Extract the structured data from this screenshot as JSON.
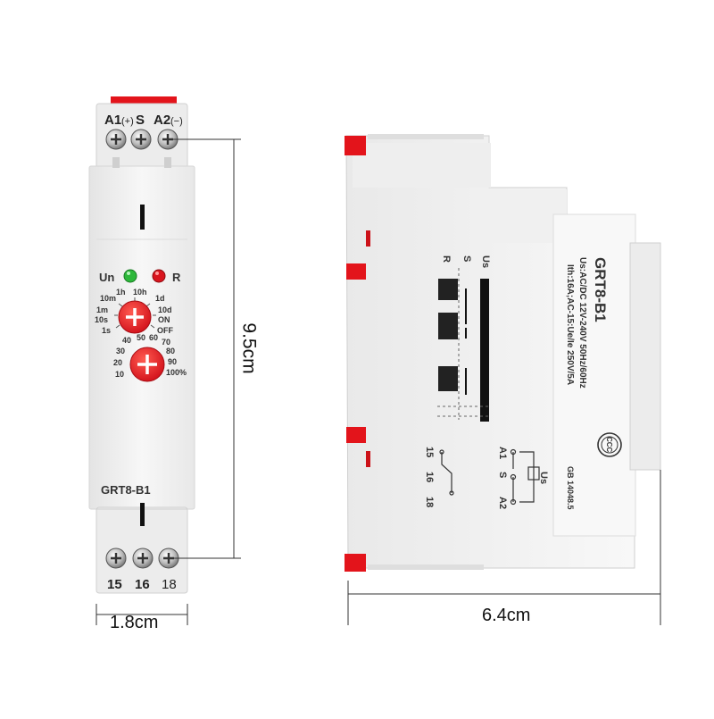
{
  "front": {
    "top_labels": {
      "a1": "A1",
      "plus": "(+)",
      "s": "S",
      "a2": "A2",
      "minus": "(−)"
    },
    "leds": {
      "un": "Un",
      "r": "R"
    },
    "time_dial": [
      "10m",
      "1h",
      "10h",
      "1d",
      "1m",
      "10d",
      "10s",
      "ON",
      "1s",
      "OFF"
    ],
    "percent_dial": [
      "40",
      "50",
      "60",
      "70",
      "30",
      "80",
      "20",
      "90",
      "10",
      "100%"
    ],
    "model": "GRT8-B1",
    "bottom_terminals": [
      "15",
      "16",
      "18"
    ]
  },
  "side": {
    "model": "GRT8-B1",
    "spec_line1": "Us:AC/DC 12V-240V 50Hz/60Hz",
    "spec_line2": "Ith:16A;AC-15:Ue/Ie 250V/5A",
    "standard": "GB 14048.5",
    "timing_labels": [
      "Us",
      "S",
      "R"
    ],
    "wiring_labels": [
      "15",
      "16",
      "18",
      "A1",
      "S",
      "A2",
      "Us"
    ],
    "cert_mark": "CCC"
  },
  "dimensions": {
    "height": "9.5cm",
    "width_front": "1.8cm",
    "depth_side": "6.4cm"
  },
  "colors": {
    "body": "#f2f2f2",
    "accent_red": "#e3141b",
    "led_green": "#2db83a",
    "dim_line": "#333333"
  }
}
